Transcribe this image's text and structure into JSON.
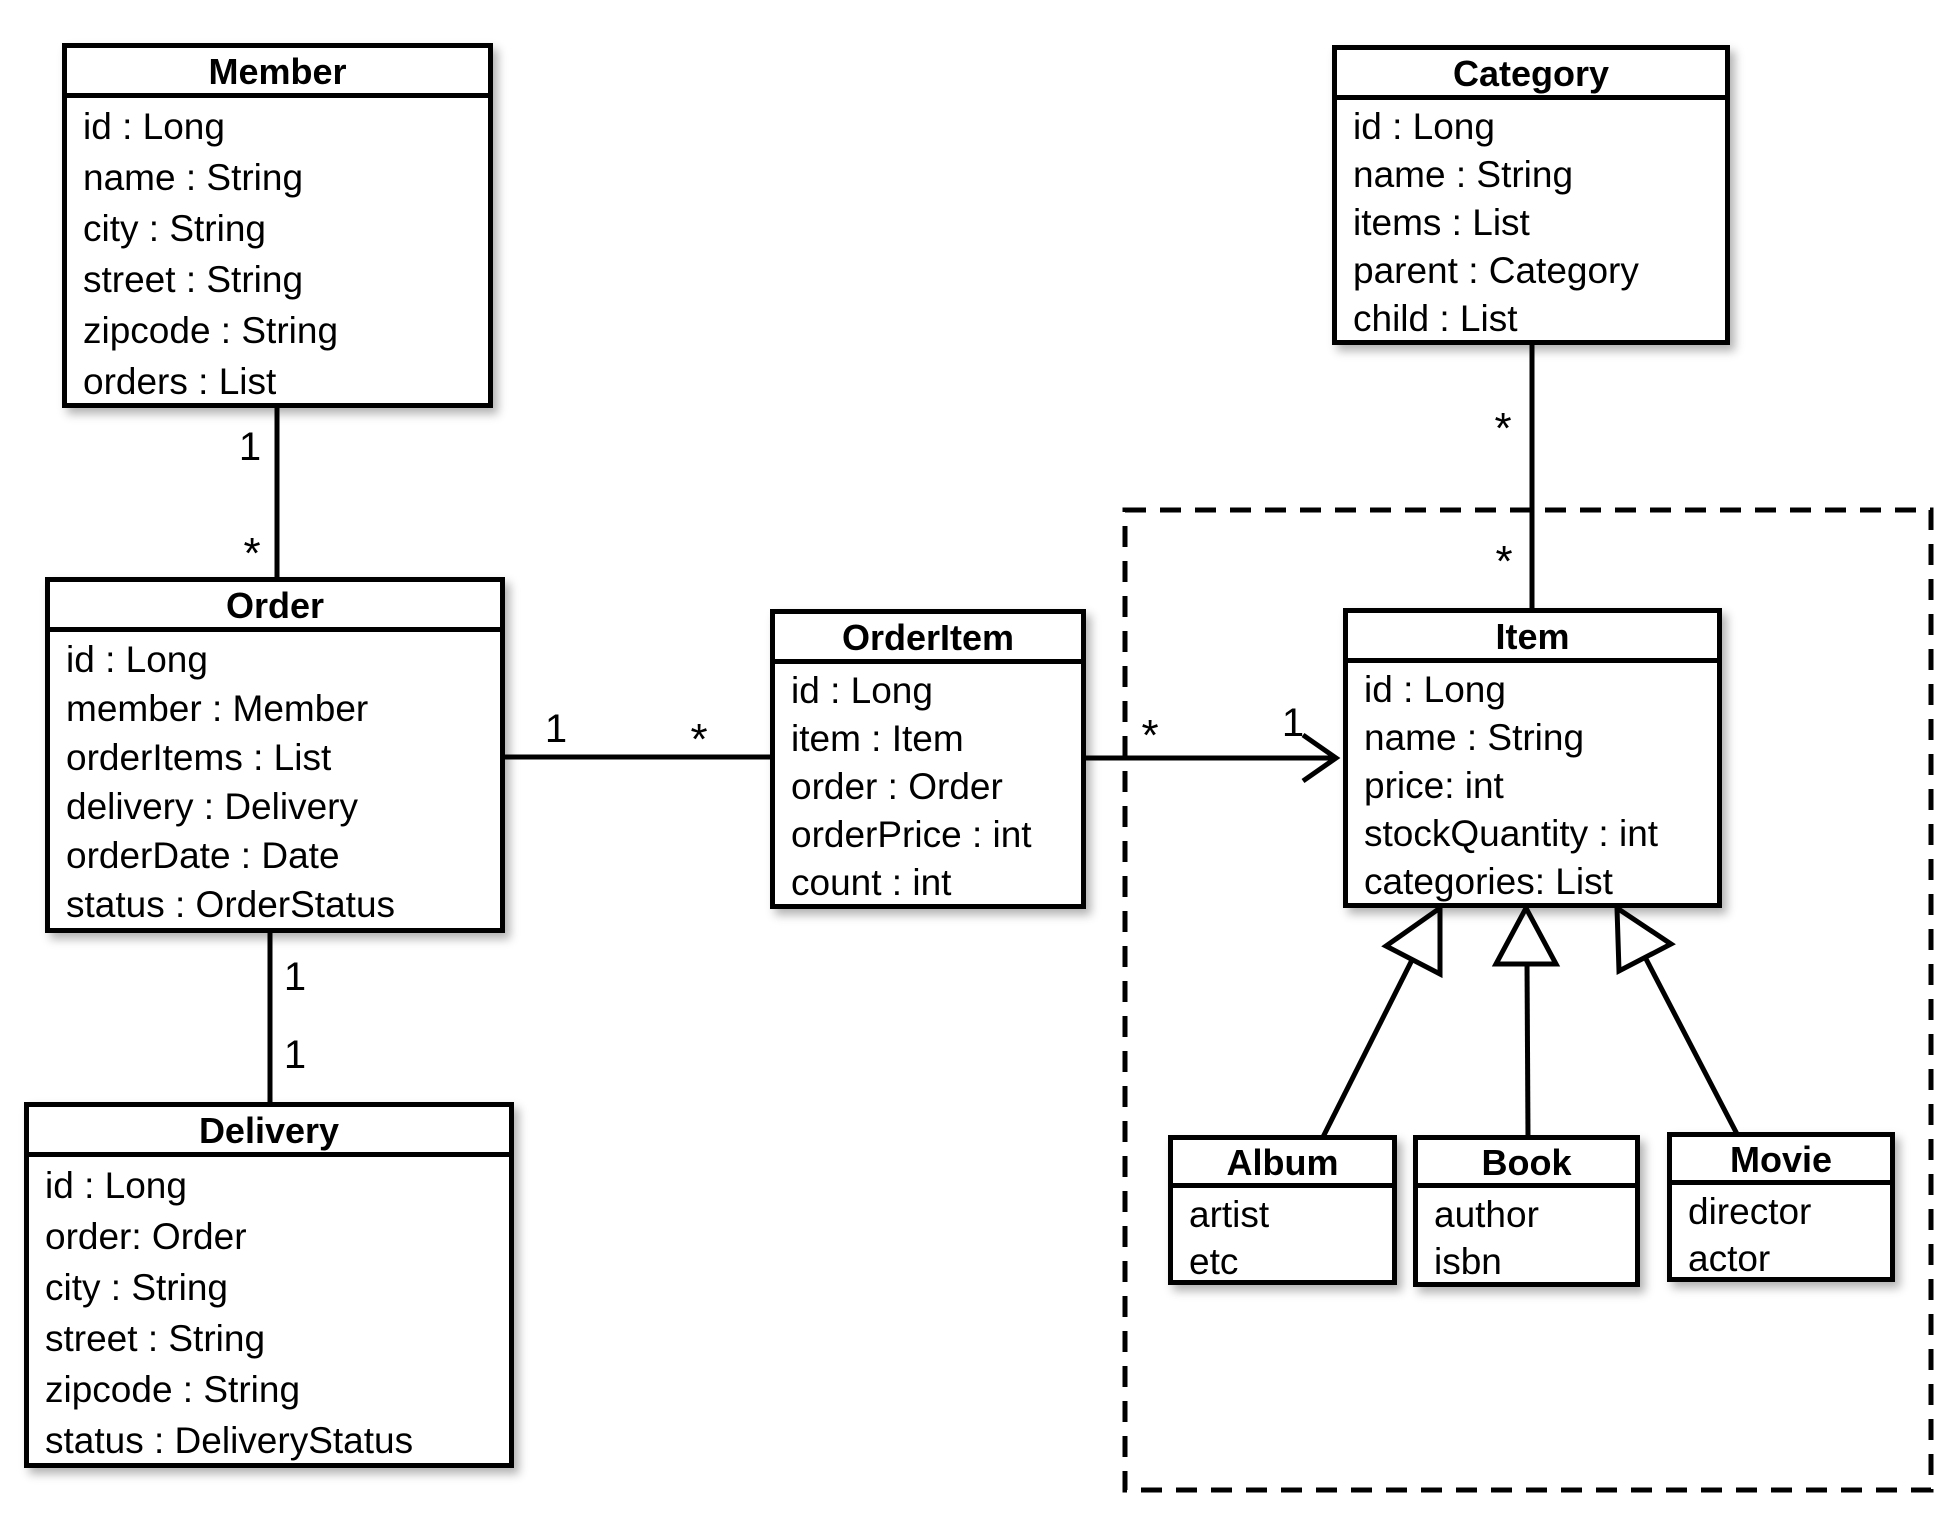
{
  "diagram": {
    "classes": [
      {
        "title": "Member",
        "attributes": [
          "id : Long",
          "name : String",
          "city : String",
          "street : String",
          "zipcode : String",
          "orders : List"
        ]
      },
      {
        "title": "Order",
        "attributes": [
          "id : Long",
          "member : Member",
          "orderItems : List",
          "delivery : Delivery",
          "orderDate : Date",
          "status : OrderStatus"
        ]
      },
      {
        "title": "Delivery",
        "attributes": [
          "id : Long",
          "order: Order",
          "city : String",
          "street : String",
          "zipcode : String",
          "status : DeliveryStatus"
        ]
      },
      {
        "title": "OrderItem",
        "attributes": [
          "id : Long",
          "item : Item",
          "order : Order",
          "orderPrice : int",
          "count : int"
        ]
      },
      {
        "title": "Category",
        "attributes": [
          "id : Long",
          "name : String",
          "items : List",
          "parent : Category",
          "child : List"
        ]
      },
      {
        "title": "Item",
        "attributes": [
          "id : Long",
          "name : String",
          "price: int",
          "stockQuantity : int",
          "categories: List"
        ]
      },
      {
        "title": "Album",
        "attributes": [
          "artist",
          "etc"
        ]
      },
      {
        "title": "Book",
        "attributes": [
          "author",
          "isbn"
        ]
      },
      {
        "title": "Movie",
        "attributes": [
          "director",
          "actor"
        ]
      }
    ],
    "relations": {
      "member_order": {
        "end_member": "1",
        "end_order": "*"
      },
      "order_orderitem": {
        "end_order": "1",
        "end_orderitem": "*"
      },
      "orderitem_item": {
        "end_orderitem": "*",
        "end_item": "1"
      },
      "order_delivery": {
        "end_order": "1",
        "end_delivery": "1"
      },
      "category_item": {
        "end_category": "*",
        "end_item": "*"
      }
    },
    "line_color": "#000000",
    "box_fill": "#ffffff"
  }
}
